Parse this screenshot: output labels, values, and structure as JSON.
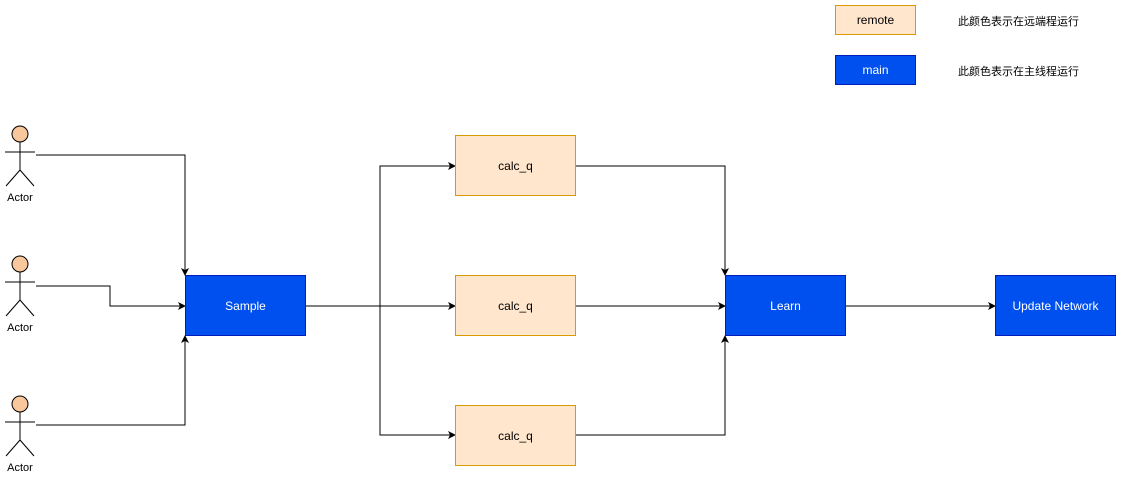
{
  "legend": {
    "remote_label": "remote",
    "remote_desc": "此颜色表示在远端程运行",
    "main_label": "main",
    "main_desc": "此颜色表示在主线程运行"
  },
  "actors": [
    {
      "label": "Actor"
    },
    {
      "label": "Actor"
    },
    {
      "label": "Actor"
    }
  ],
  "nodes": {
    "sample": "Sample",
    "calc_q_1": "calc_q",
    "calc_q_2": "calc_q",
    "calc_q_3": "calc_q",
    "learn": "Learn",
    "update": "Update Network"
  },
  "colors": {
    "remote_fill": "#ffe6cc",
    "remote_stroke": "#d79b00",
    "main_fill": "#0050ef",
    "main_stroke": "#001dbc",
    "actor_fill": "#f8c79b"
  }
}
